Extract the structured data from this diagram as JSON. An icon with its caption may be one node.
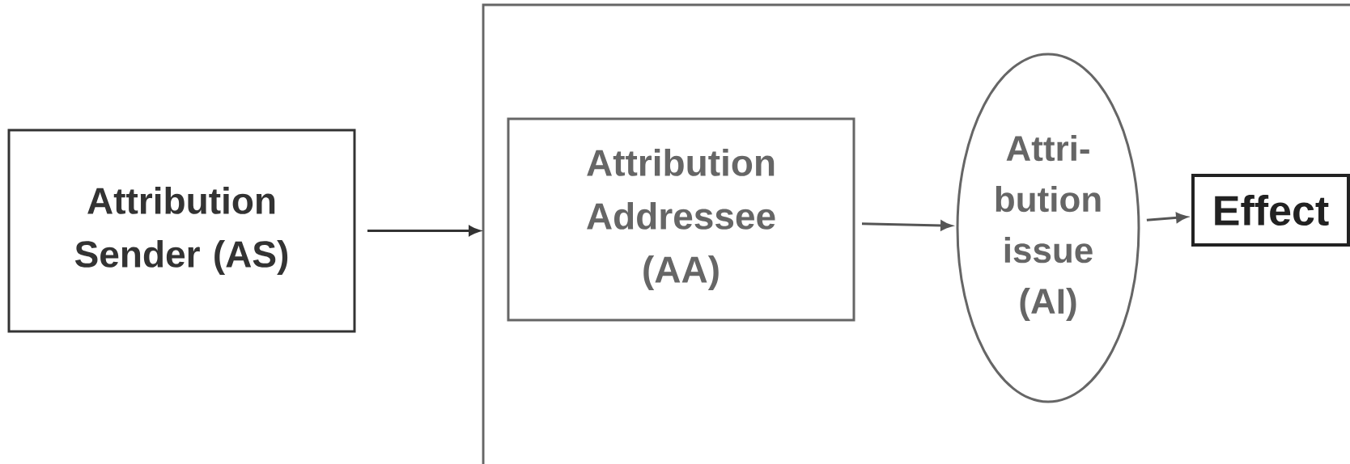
{
  "diagram": {
    "nodes": [
      {
        "text": [
          "Attribution Sender (AS)"
        ]
      },
      {
        "text": [],
        "shape": "box"
      },
      {
        "text": [
          "Attribution Addressee (AA)"
        ],
        "in": 1
      },
      {
        "text": [
          "Attri- bution issue (AI)"
        ],
        "in": 1
      },
      {
        "text": [
          "Effect"
        ],
        "in": 1
      }
    ],
    "edges": [
      {
        "from": 0,
        "to": 1,
        "arrow": "to",
        "color": "#333333"
      },
      {
        "from": 2,
        "to": 3,
        "arrow": "to"
      },
      {
        "from": 3,
        "to": 4,
        "arrow": "to"
      }
    ]
  }
}
